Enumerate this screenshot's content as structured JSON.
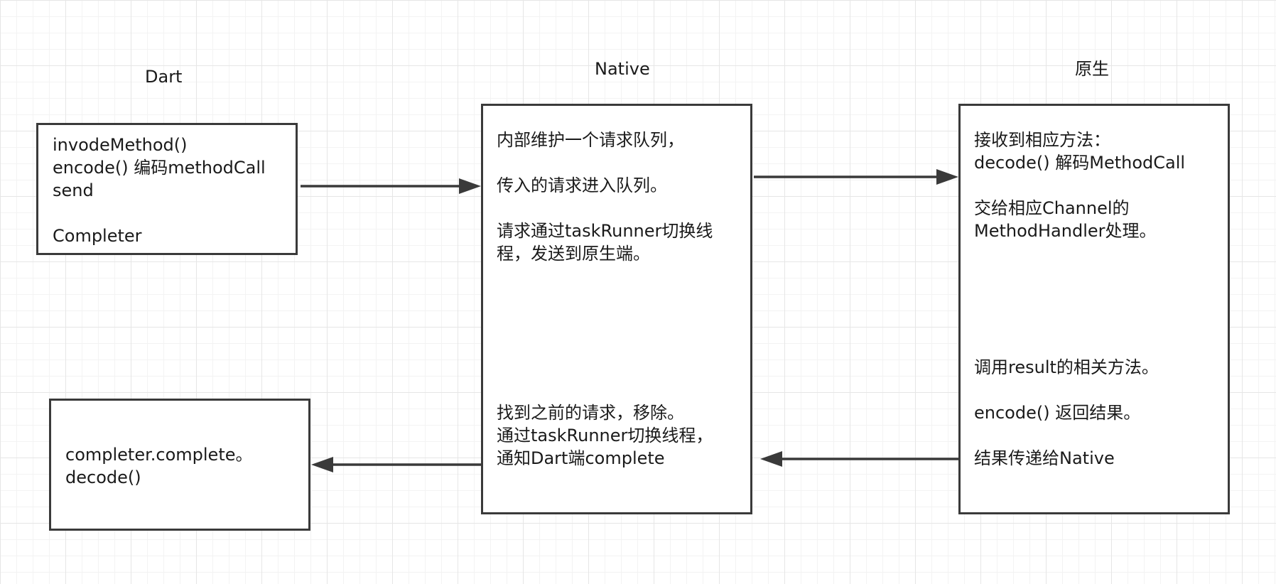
{
  "columns": {
    "dart": "Dart",
    "native": "Native",
    "original": "原生"
  },
  "dart_top_box": {
    "lines": [
      "invodeMethod()",
      "encode() 编码methodCall",
      "send",
      "",
      "Completer"
    ]
  },
  "dart_bottom_box": {
    "lines": [
      "completer.complete。",
      "decode()"
    ]
  },
  "native_box": {
    "top_lines": [
      "内部维护一个请求队列，",
      "",
      "传入的请求进入队列。",
      "",
      "请求通过taskRunner切换线",
      "程，发送到原生端。"
    ],
    "bottom_lines": [
      "找到之前的请求，移除。",
      "通过taskRunner切换线程，",
      "通知Dart端complete"
    ]
  },
  "original_box": {
    "top_lines": [
      "接收到相应方法：",
      "decode() 解码MethodCall",
      "",
      "交给相应Channel的",
      "MethodHandler处理。"
    ],
    "bottom_lines": [
      "调用result的相关方法。",
      "",
      "encode() 返回结果。",
      "",
      "结果传递给Native"
    ]
  },
  "colors": {
    "stroke": "#3a3a3a",
    "text": "#1a1a1a",
    "grid": "#e6e6e6"
  }
}
